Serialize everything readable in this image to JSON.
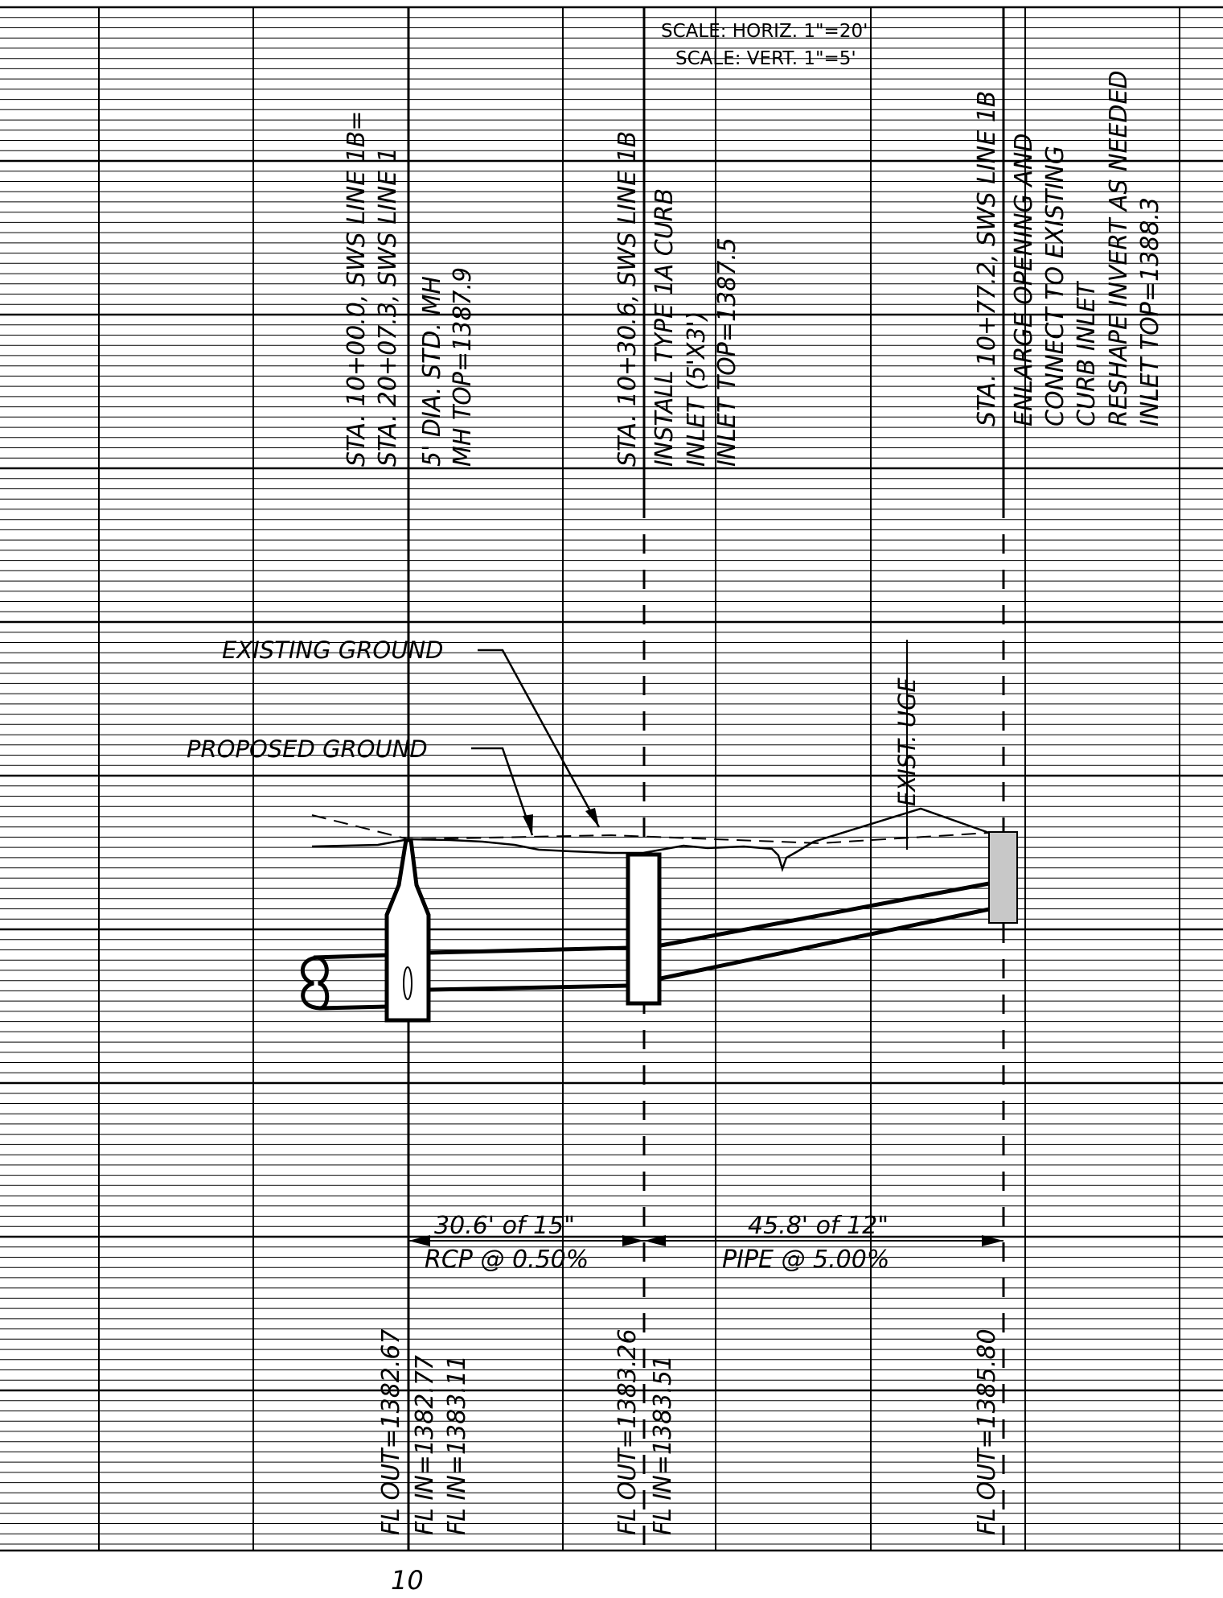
{
  "scale": {
    "horiz": "SCALE:  HORIZ.  1\"=20'",
    "vert": "SCALE:  VERT.  1\"=5'"
  },
  "notes": {
    "manhole": {
      "line1": "STA.  10+00.0,  SWS  LINE  1B=",
      "line2": "STA.  20+07.3,  SWS  LINE  1",
      "line3": "5'  DIA.  STD.  MH",
      "line4": "MH  TOP=1387.9"
    },
    "curb_inlet": {
      "line1": "STA.  10+30.6,  SWS  LINE  1B",
      "line2": "INSTALL  TYPE  1A  CURB",
      "line3": "INLET  (5'X3')",
      "line4": "INLET  TOP=1387.5"
    },
    "existing_inlet": {
      "line1": "STA.  10+77.2,  SWS  LINE  1B",
      "line2": "ENLARGE  OPENING  AND",
      "line3": "CONNECT  TO  EXISTING",
      "line4": "CURB  INLET",
      "line5": "RESHAPE  INVERT  AS  NEEDED",
      "line6": "INLET  TOP=1388.3"
    }
  },
  "labels": {
    "existing_ground": "EXISTING  GROUND",
    "proposed_ground": "PROPOSED  GROUND",
    "exist_uge": "EXIST.  UGE"
  },
  "pipes": {
    "seg1_line1": "30.6'  of  15\"",
    "seg1_line2": "RCP  @  0.50%",
    "seg2_line1": "45.8'  of  12\"",
    "seg2_line2": "PIPE  @  5.00%"
  },
  "flowlines": {
    "mh_out": "FL  OUT=1382.67",
    "mh_in1": "FL  IN=1382.77",
    "mh_in2": "FL  IN=1383.11",
    "inlet_out": "FL  OUT=1383.26",
    "inlet_in": "FL  IN=1383.51",
    "exist_out": "FL  OUT=1385.80"
  },
  "sheet_number": "10",
  "colors": {
    "ink": "#000000",
    "existing_structure_fill": "#c8c8c8"
  }
}
